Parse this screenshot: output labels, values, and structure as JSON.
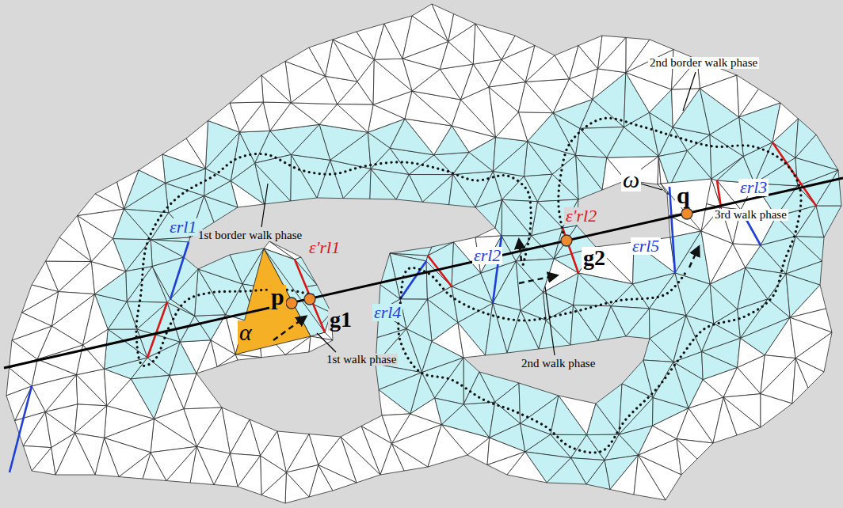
{
  "diagram": {
    "labels": [
      "2nd border walk phase",
      "εrl3",
      "ω",
      "q",
      "3rd walk phase",
      "1st border walk phase",
      "ε′rl2",
      "εrl2",
      "g2",
      "εrl5",
      "εrl1",
      "ε′rl1",
      "εrl4",
      "p",
      "g1",
      "α",
      "1st walk phase",
      "2nd walk phase"
    ]
  }
}
